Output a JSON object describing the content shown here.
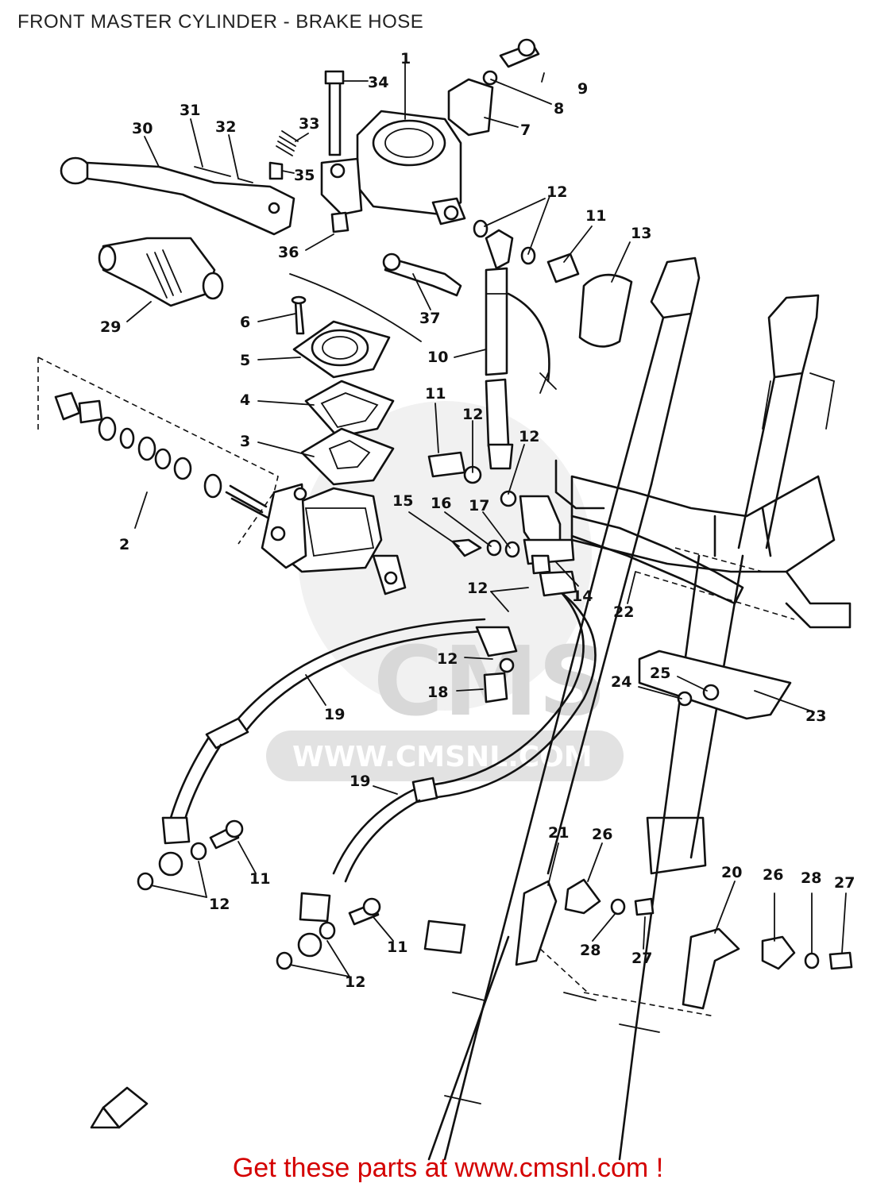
{
  "header": {
    "title": "FRONT MASTER CYLINDER - BRAKE HOSE"
  },
  "footer": {
    "link_text": "Get these parts at www.cmsnl.com !"
  },
  "watermark": {
    "brand": "CMS",
    "url": "WWW.CMSNL.COM"
  },
  "colors": {
    "footer_text": "#d40000",
    "line": "#111111",
    "watermark": "#d8d8d8"
  },
  "callouts": [
    {
      "id": "c1",
      "text": "1"
    },
    {
      "id": "c2",
      "text": "2"
    },
    {
      "id": "c3",
      "text": "3"
    },
    {
      "id": "c4",
      "text": "4"
    },
    {
      "id": "c5",
      "text": "5"
    },
    {
      "id": "c6",
      "text": "6"
    },
    {
      "id": "c7",
      "text": "7"
    },
    {
      "id": "c8",
      "text": "8"
    },
    {
      "id": "c9",
      "text": "9"
    },
    {
      "id": "c10",
      "text": "10"
    },
    {
      "id": "c11a",
      "text": "11"
    },
    {
      "id": "c11b",
      "text": "11"
    },
    {
      "id": "c11c",
      "text": "11"
    },
    {
      "id": "c11d",
      "text": "11"
    },
    {
      "id": "c12a",
      "text": "12"
    },
    {
      "id": "c12b",
      "text": "12"
    },
    {
      "id": "c12c",
      "text": "12"
    },
    {
      "id": "c12d",
      "text": "12"
    },
    {
      "id": "c12e",
      "text": "12"
    },
    {
      "id": "c12f",
      "text": "12"
    },
    {
      "id": "c12g",
      "text": "12"
    },
    {
      "id": "c13",
      "text": "13"
    },
    {
      "id": "c14",
      "text": "14"
    },
    {
      "id": "c15",
      "text": "15"
    },
    {
      "id": "c16",
      "text": "16"
    },
    {
      "id": "c17",
      "text": "17"
    },
    {
      "id": "c18",
      "text": "18"
    },
    {
      "id": "c19a",
      "text": "19"
    },
    {
      "id": "c19b",
      "text": "19"
    },
    {
      "id": "c20",
      "text": "20"
    },
    {
      "id": "c21",
      "text": "21"
    },
    {
      "id": "c22",
      "text": "22"
    },
    {
      "id": "c23",
      "text": "23"
    },
    {
      "id": "c24",
      "text": "24"
    },
    {
      "id": "c25",
      "text": "25"
    },
    {
      "id": "c26a",
      "text": "26"
    },
    {
      "id": "c26b",
      "text": "26"
    },
    {
      "id": "c27a",
      "text": "27"
    },
    {
      "id": "c27b",
      "text": "27"
    },
    {
      "id": "c28a",
      "text": "28"
    },
    {
      "id": "c28b",
      "text": "28"
    },
    {
      "id": "c29",
      "text": "29"
    },
    {
      "id": "c30",
      "text": "30"
    },
    {
      "id": "c31",
      "text": "31"
    },
    {
      "id": "c32",
      "text": "32"
    },
    {
      "id": "c33",
      "text": "33"
    },
    {
      "id": "c34",
      "text": "34"
    },
    {
      "id": "c35",
      "text": "35"
    },
    {
      "id": "c36",
      "text": "36"
    },
    {
      "id": "c37",
      "text": "37"
    }
  ]
}
